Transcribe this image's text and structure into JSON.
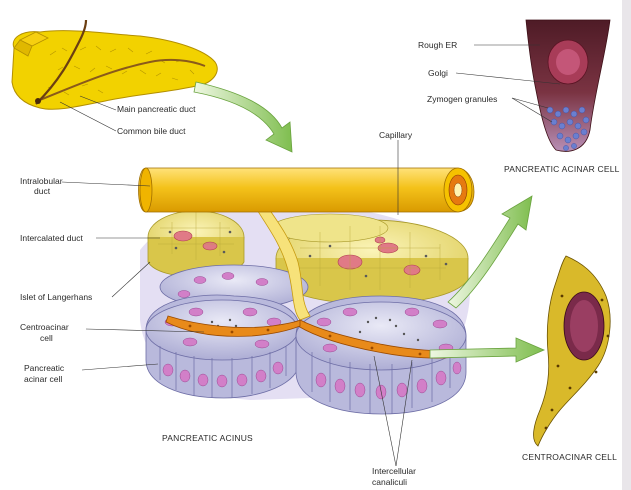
{
  "labels": {
    "main_duct": "Main pancreatic duct",
    "bile_duct": "Common bile duct",
    "capillary": "Capillary",
    "intralobular_1": "Intralobular",
    "intralobular_2": "duct",
    "intercalated": "Intercalated duct",
    "islet": "Islet of Langerhans",
    "centroacinar_1": "Centroacinar",
    "centroacinar_2": "cell",
    "acinar_1": "Pancreatic",
    "acinar_2": "acinar cell",
    "canaliculi_1": "Intercellular",
    "canaliculi_2": "canaliculi",
    "rough_er": "Rough ER",
    "golgi": "Golgi",
    "zymogen": "Zymogen granules"
  },
  "captions": {
    "acinus": "PANCREATIC ACINUS",
    "acinar_cell": "PANCREATIC ACINAR CELL",
    "centroacinar_cell": "CENTROACINAR CELL"
  },
  "colors": {
    "pancreas_yellow": "#f2d200",
    "duct_orange": "#f0b400",
    "acinar_blue": "#b9b9dc",
    "nucleus_pink": "#d27fc8",
    "arrow_green": "#8bc45a",
    "cell_maroon": "#6e2a36"
  }
}
